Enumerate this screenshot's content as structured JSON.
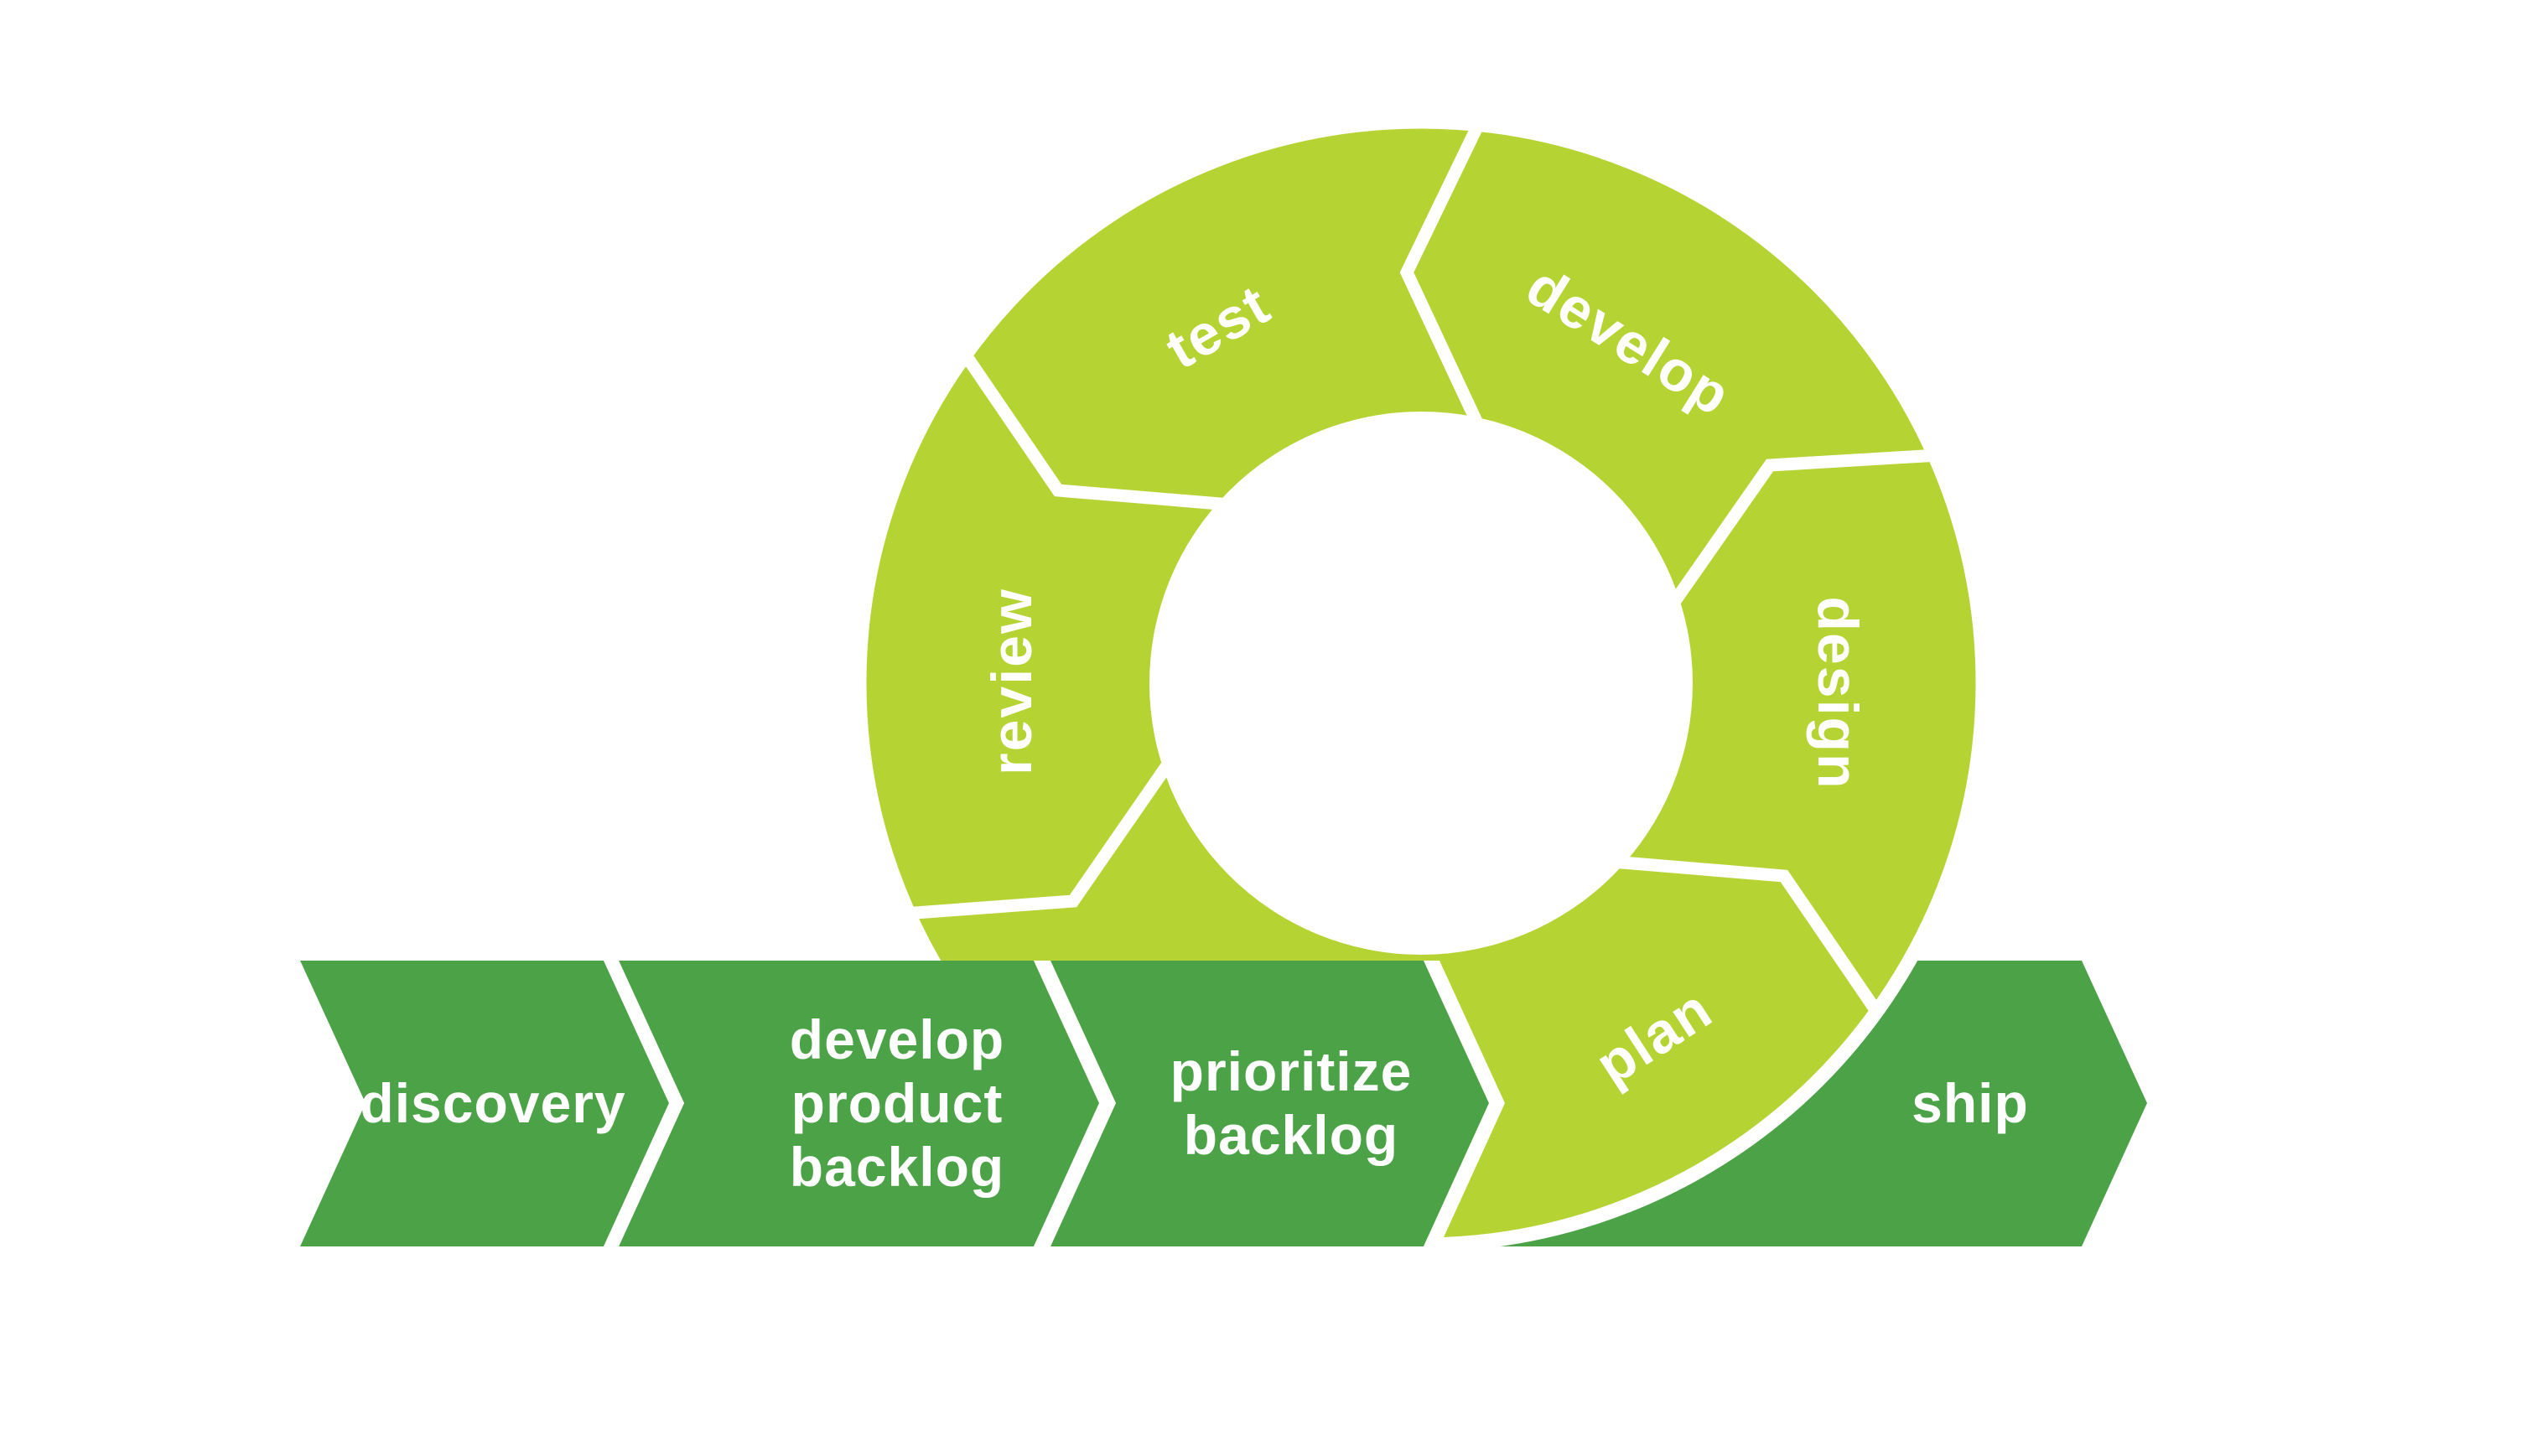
{
  "colors": {
    "lime": "#b6d334",
    "green": "#4ca247",
    "text": "#ffffff",
    "background": "#ffffff"
  },
  "cycle": {
    "segments": [
      {
        "label": "test"
      },
      {
        "label": "develop"
      },
      {
        "label": "design"
      },
      {
        "label": "plan"
      },
      {
        "label": "review"
      }
    ]
  },
  "band": {
    "arrows": [
      {
        "lines": [
          "discovery"
        ]
      },
      {
        "lines": [
          "develop",
          "product",
          "backlog"
        ]
      },
      {
        "lines": [
          "prioritize",
          "backlog"
        ]
      },
      {
        "lines": [
          "ship"
        ]
      }
    ]
  }
}
